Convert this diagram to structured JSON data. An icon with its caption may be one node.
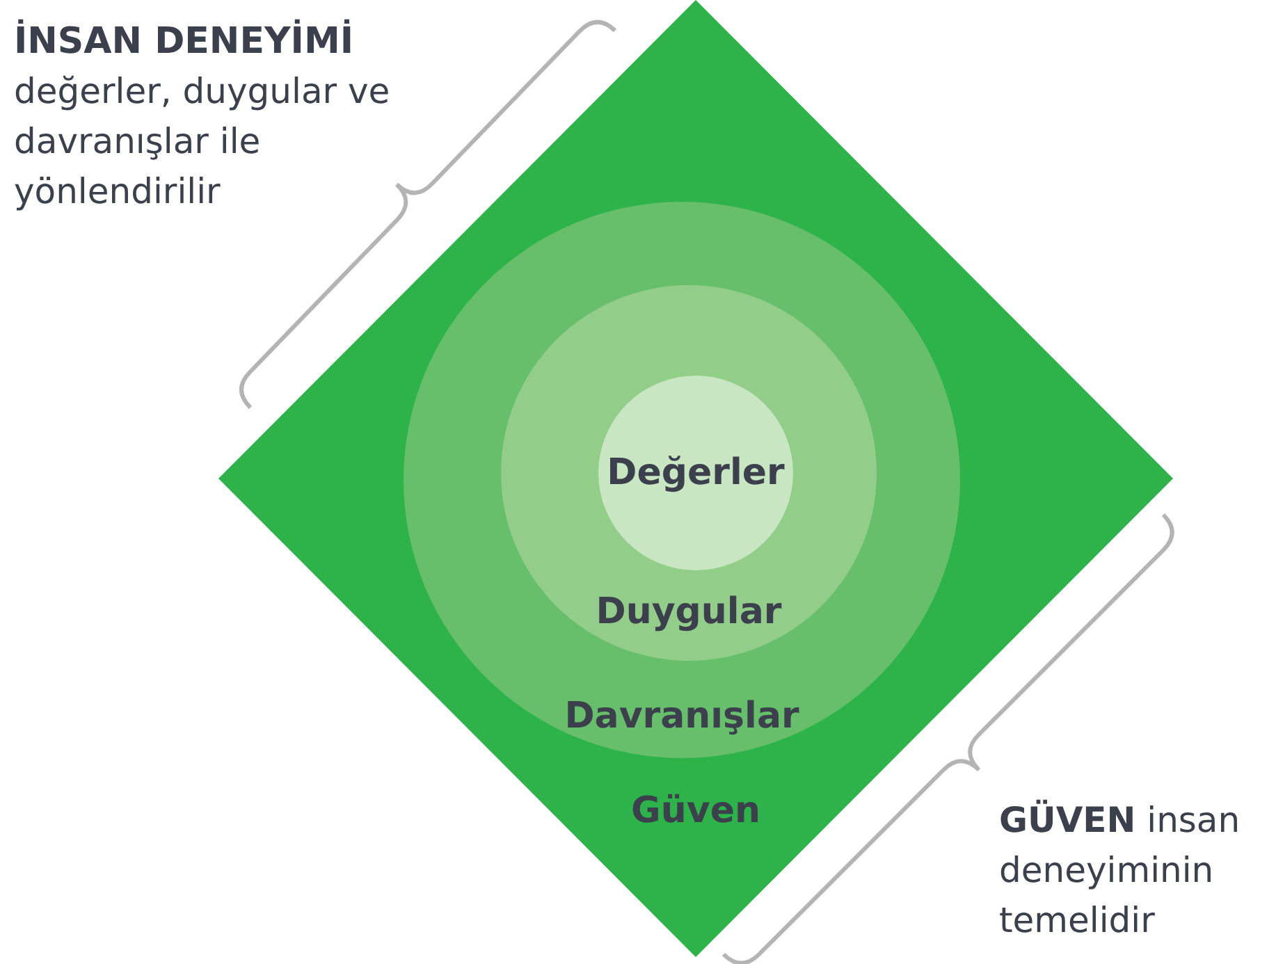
{
  "diagram": {
    "nodes": [
      {
        "text": [
          "Güven"
        ]
      },
      {
        "text": [
          "Davranışlar"
        ],
        "in": 0
      },
      {
        "text": [
          "Duygular"
        ],
        "in": 1
      },
      {
        "text": [
          "Değerler"
        ],
        "in": 2
      }
    ],
    "labels": [
      "İNSAN DENEYİMİ",
      "değerler, duygular ve davranışlar ile yönlendirilir",
      "**GÜVEN** insan deneyiminin temelidir"
    ]
  }
}
